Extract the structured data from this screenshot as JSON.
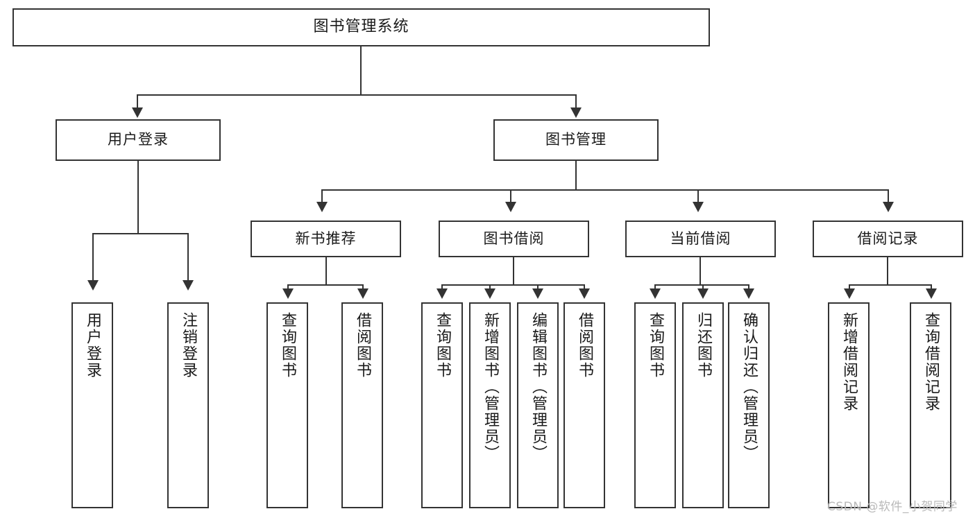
{
  "diagram": {
    "title": "图书管理系统",
    "watermark": "CSDN @软件_小贺同学",
    "colors": {
      "stroke": "#333333",
      "fill": "#ffffff",
      "text": "#1a1a1a",
      "watermark": "#b9b9b9"
    },
    "nodes": {
      "root": {
        "label": "图书管理系统"
      },
      "level1": [
        {
          "id": "user-login",
          "label": "用户登录"
        },
        {
          "id": "book-management",
          "label": "图书管理"
        }
      ],
      "level2": [
        {
          "id": "new-book-recommend",
          "label": "新书推荐"
        },
        {
          "id": "book-borrow",
          "label": "图书借阅"
        },
        {
          "id": "current-borrow",
          "label": "当前借阅"
        },
        {
          "id": "borrow-record",
          "label": "借阅记录"
        }
      ],
      "leaves": {
        "user-login": [
          {
            "id": "leaf-user-login",
            "label": "用户登录"
          },
          {
            "id": "leaf-logout-login",
            "label": "注销登录"
          }
        ],
        "new-book-recommend": [
          {
            "id": "leaf-query-book-1",
            "label": "查询图书"
          },
          {
            "id": "leaf-borrow-book-1",
            "label": "借阅图书"
          }
        ],
        "book-borrow": [
          {
            "id": "leaf-query-book-2",
            "label": "查询图书"
          },
          {
            "id": "leaf-add-book",
            "label": "新增图书（管理员）"
          },
          {
            "id": "leaf-edit-book",
            "label": "编辑图书（管理员）"
          },
          {
            "id": "leaf-borrow-book-2",
            "label": "借阅图书"
          }
        ],
        "current-borrow": [
          {
            "id": "leaf-query-book-3",
            "label": "查询图书"
          },
          {
            "id": "leaf-return-book",
            "label": "归还图书"
          },
          {
            "id": "leaf-confirm-return",
            "label": "确认归还（管理员）"
          }
        ],
        "borrow-record": [
          {
            "id": "leaf-add-record",
            "label": "新增借阅记录"
          },
          {
            "id": "leaf-query-record",
            "label": "查询借阅记录"
          }
        ]
      }
    }
  }
}
